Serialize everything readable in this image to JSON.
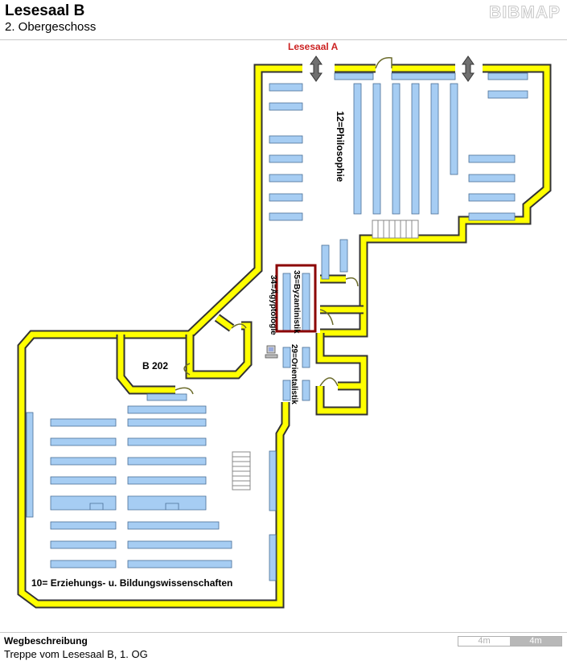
{
  "header": {
    "title": "Lesesaal B",
    "subtitle": "2. Obergeschoss",
    "brand": "BIBMAP"
  },
  "map": {
    "labels": {
      "lesesaal_a": "Lesesaal A",
      "philosophie": "12=Philosophie",
      "room": "B 202",
      "byzantinistik": "35=Byzantinistik",
      "orientalistik": "29=Orientalistik",
      "aegyptologie": "34=Ägyptologie",
      "erziehung": "10= Erziehungs- u. Bildungswissenschaften"
    },
    "colors": {
      "wall_fill": "#ffff00",
      "wall_outline": "#333333",
      "shelf": "#a6cdf3",
      "highlight": "#8b0000",
      "door": "#6b6b2b",
      "lesesaal_a_label": "#cc2222"
    },
    "icons": [
      "double-arrow-icon",
      "computer-icon",
      "stairs-icon",
      "door-icon"
    ]
  },
  "footer": {
    "title": "Wegbeschreibung",
    "route": "Treppe vom Lesesaal B, 1. OG",
    "scale_left": "4m",
    "scale_right": "4m"
  }
}
